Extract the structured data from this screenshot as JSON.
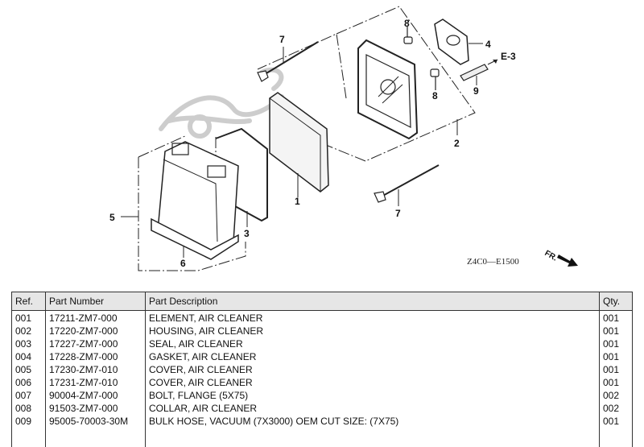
{
  "diagram": {
    "code": "Z4C0—E1500",
    "front_marker": "FR.",
    "reference": "E-3",
    "callouts": {
      "p1": "1",
      "p2": "2",
      "p3": "3",
      "p4": "4",
      "p5": "5",
      "p6": "6",
      "p7a": "7",
      "p7b": "7",
      "p8a": "8",
      "p8b": "8",
      "p9": "9"
    }
  },
  "table": {
    "headers": {
      "ref": "Ref.",
      "part_number": "Part Number",
      "description": "Part Description",
      "qty": "Qty."
    },
    "rows": [
      {
        "ref": "001",
        "part_number": "17211-ZM7-000",
        "description": "ELEMENT, AIR CLEANER",
        "qty": "001"
      },
      {
        "ref": "002",
        "part_number": "17220-ZM7-000",
        "description": "HOUSING, AIR CLEANER",
        "qty": "001"
      },
      {
        "ref": "003",
        "part_number": "17227-ZM7-000",
        "description": "SEAL, AIR CLEANER",
        "qty": "001"
      },
      {
        "ref": "004",
        "part_number": "17228-ZM7-000",
        "description": "GASKET, AIR CLEANER",
        "qty": "001"
      },
      {
        "ref": "005",
        "part_number": "17230-ZM7-010",
        "description": "COVER, AIR CLEANER",
        "qty": "001"
      },
      {
        "ref": "006",
        "part_number": "17231-ZM7-010",
        "description": "COVER, AIR CLEANER",
        "qty": "001"
      },
      {
        "ref": "007",
        "part_number": "90004-ZM7-000",
        "description": "BOLT, FLANGE (5X75)",
        "qty": "002"
      },
      {
        "ref": "008",
        "part_number": "91503-ZM7-000",
        "description": "COLLAR, AIR CLEANER",
        "qty": "002"
      },
      {
        "ref": "009",
        "part_number": "95005-70003-30M",
        "description": "BULK HOSE, VACUUM (7X3000) OEM CUT SIZE:  (7X75)",
        "qty": "001"
      }
    ]
  }
}
